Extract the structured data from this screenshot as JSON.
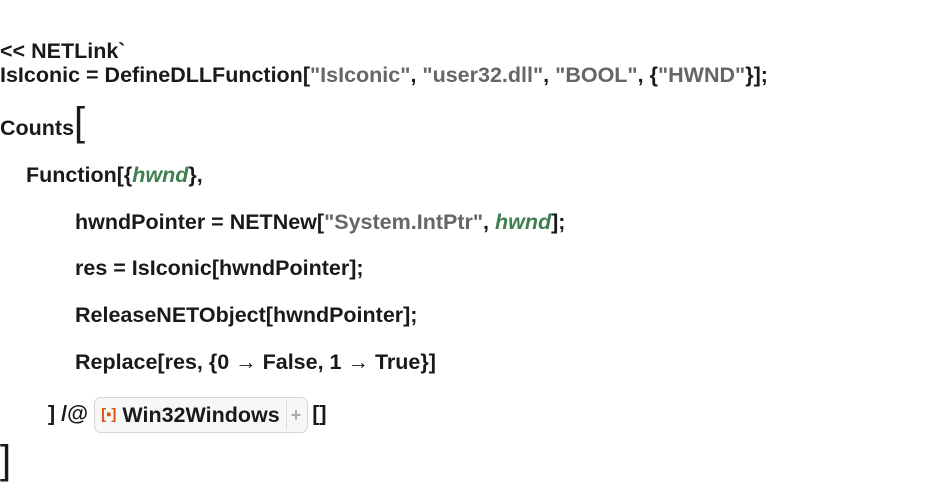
{
  "lines": [
    [
      {
        "t": "<< NETLink`"
      }
    ],
    [
      {
        "t": "IsIconic = DefineDLLFunction["
      },
      {
        "t": "\"IsIconic\"",
        "c": "str"
      },
      {
        "t": ", "
      },
      {
        "t": "\"user32.dll\"",
        "c": "str"
      },
      {
        "t": ", "
      },
      {
        "t": "\"BOOL\"",
        "c": "str"
      },
      {
        "t": ", {"
      },
      {
        "t": "\"HWND\"",
        "c": "str"
      },
      {
        "t": "}];"
      }
    ],
    [
      {
        "t": "Counts"
      },
      {
        "t": "[",
        "c": "bigbr"
      }
    ],
    [
      {
        "t": "Function[{"
      },
      {
        "t": "hwnd",
        "c": "var"
      },
      {
        "t": "},"
      }
    ],
    [
      {
        "t": "hwndPointer = NETNew["
      },
      {
        "t": "\"System.IntPtr\"",
        "c": "str"
      },
      {
        "t": ", "
      },
      {
        "t": "hwnd",
        "c": "var"
      },
      {
        "t": "];"
      }
    ],
    [
      {
        "t": "res = IsIconic[hwndPointer];"
      }
    ],
    [
      {
        "t": "ReleaseNETObject[hwndPointer];"
      }
    ],
    [
      {
        "t": "Replace[res, {0 → False, 1 → True}]"
      }
    ],
    [
      {
        "t": "] /@"
      },
      {
        "chip": true
      },
      {
        "t": "[]"
      }
    ],
    [
      {
        "t": "]",
        "c": "bigbr"
      }
    ]
  ],
  "chip": {
    "label": "Win32Windows",
    "icon": "entity-icon",
    "plus": "+"
  }
}
